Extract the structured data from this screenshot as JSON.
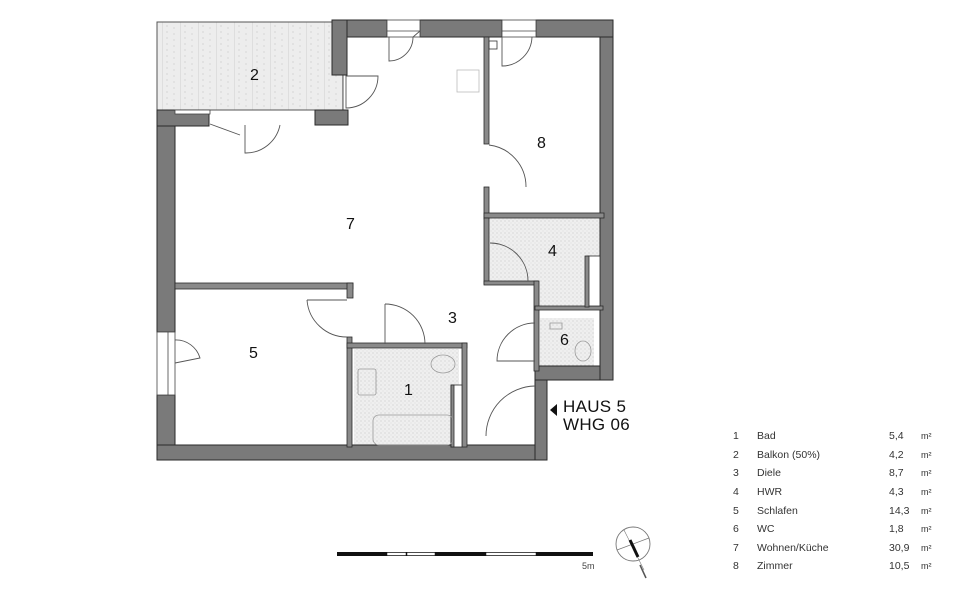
{
  "plan": {
    "unit": {
      "house": "HAUS 5",
      "apartment": "WHG 06"
    },
    "rooms": [
      {
        "id": "1",
        "name": "Bad",
        "area": "5,4",
        "unit": "m²"
      },
      {
        "id": "2",
        "name": "Balkon (50%)",
        "area": "4,2",
        "unit": "m²"
      },
      {
        "id": "3",
        "name": "Diele",
        "area": "8,7",
        "unit": "m²"
      },
      {
        "id": "4",
        "name": "HWR",
        "area": "4,3",
        "unit": "m²"
      },
      {
        "id": "5",
        "name": "Schlafen",
        "area": "14,3",
        "unit": "m²"
      },
      {
        "id": "6",
        "name": "WC",
        "area": "1,8",
        "unit": "m²"
      },
      {
        "id": "7",
        "name": "Wohnen/Küche",
        "area": "30,9",
        "unit": "m²"
      },
      {
        "id": "8",
        "name": "Zimmer",
        "area": "10,5",
        "unit": "m²"
      }
    ],
    "scale_bar": {
      "label": "5m"
    },
    "north_arrow": "compass-north-arrow",
    "colors": {
      "wall": "#7a7a7a",
      "wall_edge": "#2a2a2a",
      "tile": "#ececec",
      "balcony": "#e6e6e6",
      "line": "#333333"
    }
  }
}
